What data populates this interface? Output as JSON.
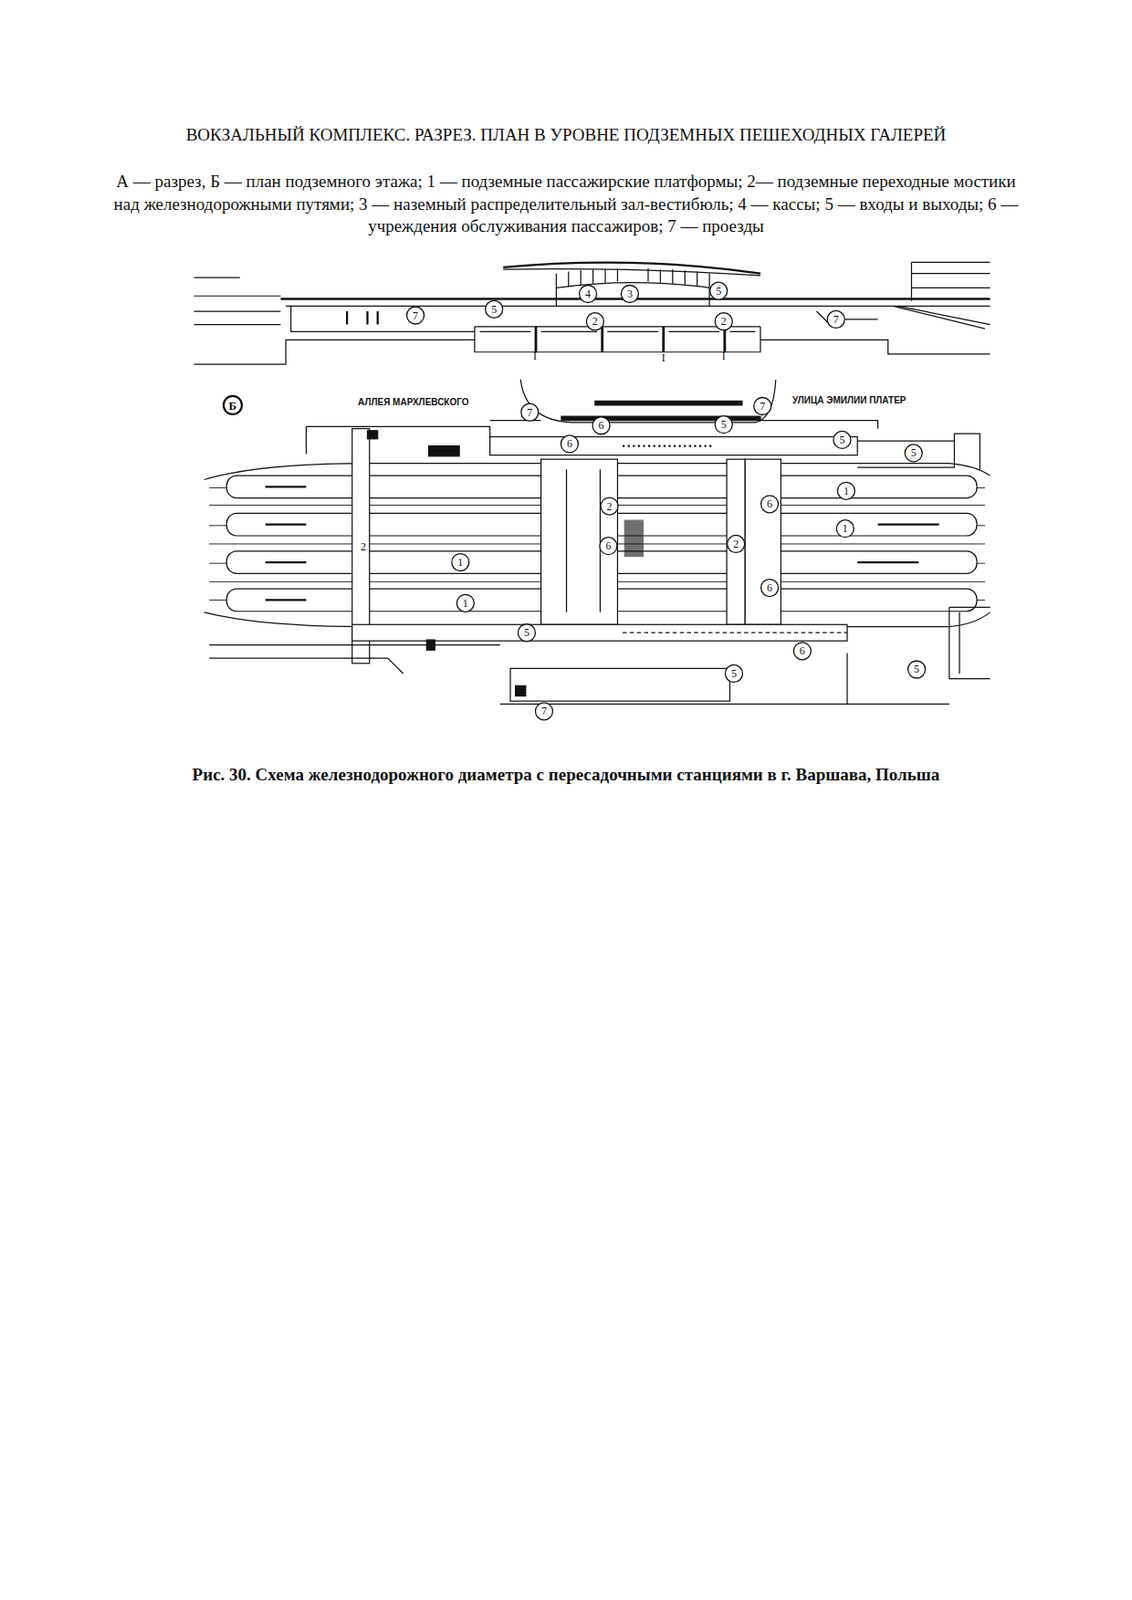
{
  "diagram": {
    "title": "ВОКЗАЛЬНЫЙ КОМПЛЕКС. РАЗРЕЗ. ПЛАН В УРОВНЕ ПОДЗЕМНЫХ ПЕШЕХОДНЫХ ГАЛЕРЕЙ",
    "caption": "Рис. 30. Схема железнодорожного диаметра с пересадочными станциями в г. Варшава, Польша",
    "labels": [
      "А — разрез, Б — план подземного этажа; 1 — подземные пассажирские платформы; 2— подземные переходные мостики над железнодорожными путями; 3 — наземный распределительный зал-вестибюль; 4 — кассы; 5 — входы и выходы; 6 — учреждения обслуживания пассажиров; 7 — проезды",
      "7",
      "5",
      "4",
      "3",
      "5",
      "2",
      "2",
      "7",
      "I",
      "I",
      "I",
      "Б",
      "АЛЛЕЯ МАРХЛЕВСКОГО",
      "7",
      "7",
      "УЛИЦА ЭМИЛИИ ПЛАТЕР",
      "6",
      "5",
      "6",
      "5",
      "5",
      "1",
      "2",
      "6",
      "1",
      "6",
      "2",
      "2",
      "1",
      "6",
      "1",
      "5",
      "6",
      "5",
      "5",
      "7"
    ]
  }
}
